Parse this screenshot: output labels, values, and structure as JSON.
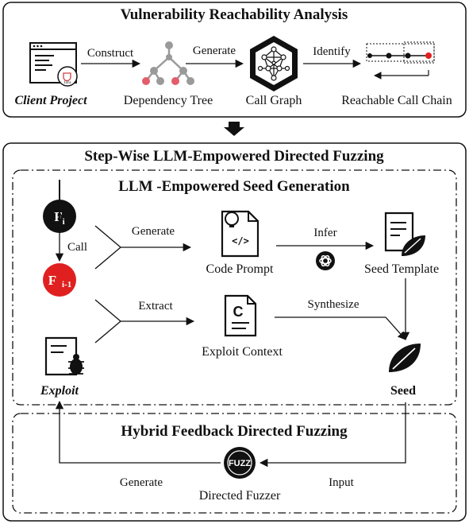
{
  "top_panel": {
    "title": "Vulnerability Reachability Analysis",
    "nodes": {
      "client_project": "Client Project",
      "dependency_tree": "Dependency Tree",
      "call_graph": "Call Graph",
      "reachable_call_chain": "Reachable Call Chain"
    },
    "edges": {
      "construct": "Construct",
      "generate": "Generate",
      "identify": "Identify"
    },
    "icon_label": "Java"
  },
  "bottom_panel": {
    "title": "Step-Wise LLM-Empowered Directed Fuzzing",
    "seed_generation": {
      "title": "LLM -Empowered Seed Generation",
      "fi_base": "F",
      "fi_sub": "i",
      "fim1_sub": "i-1",
      "call_label": "Call",
      "generate_label": "Generate",
      "extract_label": "Extract",
      "infer_label": "Infer",
      "synthesize_label": "Synthesize",
      "code_prompt": "Code Prompt",
      "seed_template": "Seed Template",
      "exploit_context": "Exploit Context",
      "seed": "Seed",
      "exploit": "Exploit",
      "code_icon_text": "</>",
      "context_icon_text": "C"
    },
    "hybrid_feedback": {
      "title": "Hybrid Feedback Directed Fuzzing",
      "fuzz_icon_text": "FUZZ",
      "directed_fuzzer": "Directed Fuzzer",
      "generate_label": "Generate",
      "input_label": "Input"
    }
  },
  "colors": {
    "highlight_red": "#e02020",
    "node_pink": "#e35d6a",
    "node_gray": "#9a9a9a",
    "dark": "#111111"
  }
}
